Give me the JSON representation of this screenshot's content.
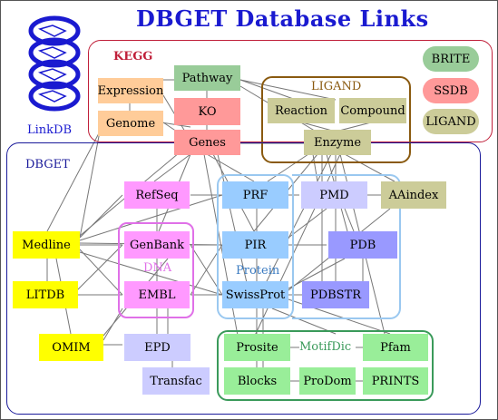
{
  "title": "DBGET Database Links",
  "logo_label": "LinkDB",
  "groups": {
    "kegg": "KEGG",
    "ligand": "LIGAND",
    "dbget": "DBGET",
    "dna": "DNA",
    "protein": "Protein",
    "motifdic": "MotifDic"
  },
  "nodes": {
    "expression": "Expression",
    "genome": "Genome",
    "pathway": "Pathway",
    "ko": "KO",
    "genes": "Genes",
    "reaction": "Reaction",
    "compound": "Compound",
    "enzyme": "Enzyme",
    "brite": "BRITE",
    "ssdb": "SSDB",
    "ligand": "LIGAND",
    "refseq": "RefSeq",
    "prf": "PRF",
    "pmd": "PMD",
    "aaindex": "AAindex",
    "medline": "Medline",
    "genbank": "GenBank",
    "pir": "PIR",
    "pdb": "PDB",
    "litdb": "LITDB",
    "embl": "EMBL",
    "swissprot": "SwissProt",
    "pdbstr": "PDBSTR",
    "omim": "OMIM",
    "epd": "EPD",
    "prosite": "Prosite",
    "pfam": "Pfam",
    "transfac": "Transfac",
    "blocks": "Blocks",
    "prodom": "ProDom",
    "prints": "PRINTS"
  },
  "colors": {
    "title": "#1a1ad0",
    "kegg_border": "#c0203a",
    "ligand_border": "#8a5a10",
    "dbget_border": "#1a1a9a",
    "dna_border": "#e070e8",
    "protein_border": "#9ac8f0",
    "motif_border": "#3a9a5a",
    "link_line": "#777777"
  }
}
